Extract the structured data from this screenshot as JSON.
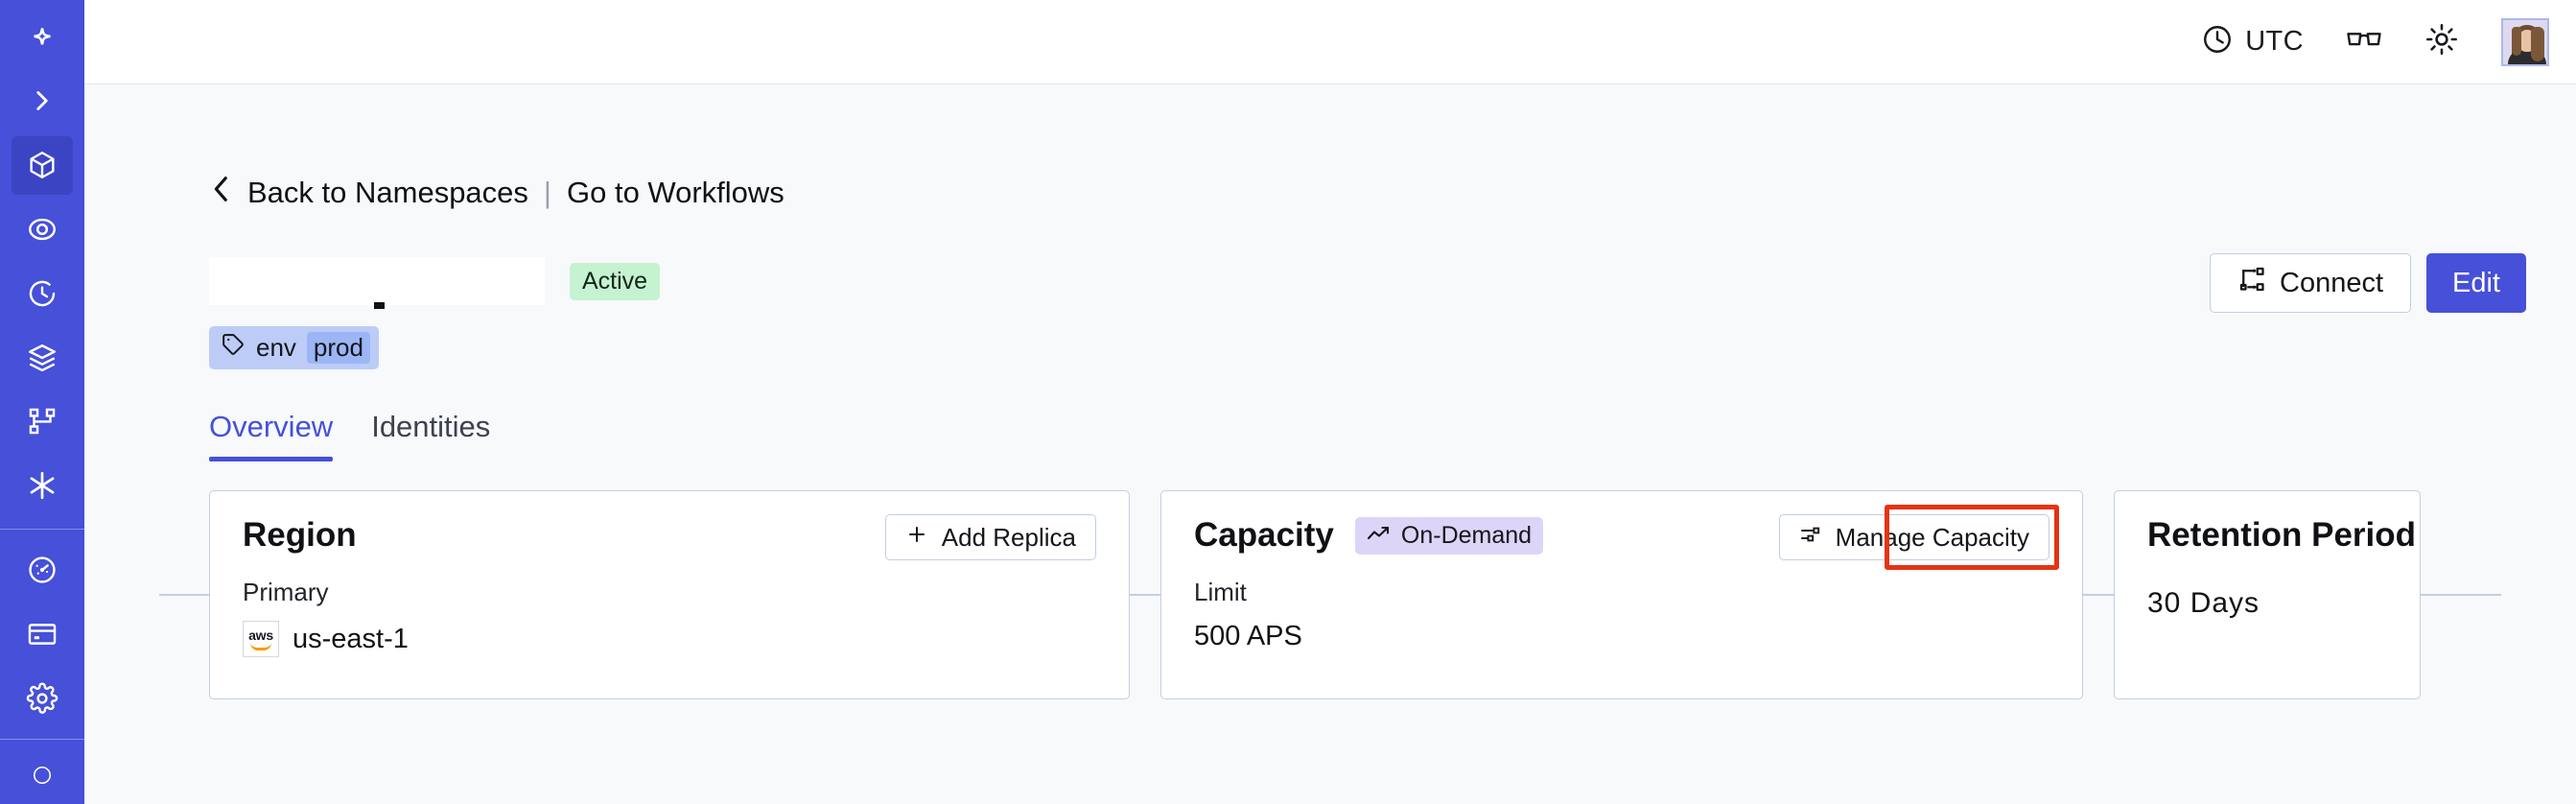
{
  "sidebar": {
    "items": [
      {
        "name": "logo-icon",
        "label": "Temporal Logo",
        "active": false
      },
      {
        "name": "expand-icon",
        "label": "Expand Sidebar",
        "active": false
      },
      {
        "name": "namespaces-icon",
        "label": "Namespaces",
        "active": true
      },
      {
        "name": "observability-icon",
        "label": "Observability",
        "active": false
      },
      {
        "name": "history-icon",
        "label": "History",
        "active": false
      },
      {
        "name": "layers-icon",
        "label": "Layers",
        "active": false
      },
      {
        "name": "workflows-icon",
        "label": "Workflows",
        "active": false
      },
      {
        "name": "asterisk-icon",
        "label": "Nexus",
        "active": false
      }
    ],
    "bottom_items": [
      {
        "name": "usage-icon",
        "label": "Usage",
        "active": false
      },
      {
        "name": "billing-icon",
        "label": "Billing",
        "active": false
      },
      {
        "name": "settings-icon",
        "label": "Settings",
        "active": false
      }
    ]
  },
  "topbar": {
    "timezone_label": "UTC",
    "timezone_icon": "clock-icon",
    "docs_icon": "glasses-icon",
    "theme_icon": "sun-icon",
    "avatar_icon": "user-avatar"
  },
  "breadcrumb": {
    "back_icon": "chevron-left-icon",
    "back_label": "Back to Namespaces",
    "separator": "|",
    "forward_label": "Go to Workflows"
  },
  "header": {
    "title": "",
    "status": "Active",
    "connect_label": "Connect",
    "connect_icon": "connect-icon",
    "edit_label": "Edit"
  },
  "tag": {
    "icon": "tag-icon",
    "key": "env",
    "value": "prod"
  },
  "tabs": [
    {
      "label": "Overview",
      "active": true
    },
    {
      "label": "Identities",
      "active": false
    }
  ],
  "cards": {
    "region": {
      "title": "Region",
      "action_label": "Add Replica",
      "action_icon": "plus-icon",
      "sub_label": "Primary",
      "provider_icon": "aws-logo",
      "provider_text": "aws",
      "value": "us-east-1"
    },
    "capacity": {
      "title": "Capacity",
      "badge_label": "On-Demand",
      "badge_icon": "trend-up-icon",
      "action_label": "Manage Capacity",
      "action_icon": "sliders-icon",
      "sub_label": "Limit",
      "value": "500 APS",
      "highlighted": true
    },
    "retention": {
      "title": "Retention Period",
      "value": "30  Days"
    }
  },
  "colors": {
    "brand": "#4650d8",
    "sidebar": "#4650d8",
    "page_bg": "#f7f9fb",
    "card_border": "#c3cee2",
    "status_active_bg": "#c5f2d0",
    "badge_ondemand_bg": "#ddd5f7",
    "tag_bg": "#bcccf7",
    "tag_value_bg": "#9cb6f5",
    "highlight": "#e63312"
  }
}
